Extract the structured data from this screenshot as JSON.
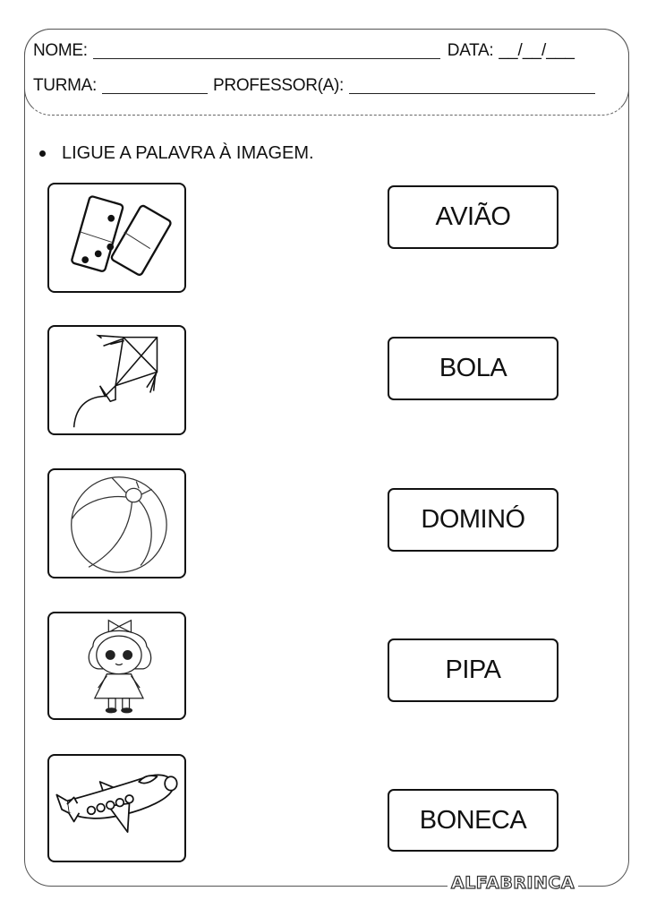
{
  "header": {
    "name_label": "NOME:",
    "date_label": "DATA:",
    "date_blanks": "__/__/___",
    "class_label": "TURMA:",
    "teacher_label": "PROFESSOR(A):"
  },
  "instruction": "LIGUE A PALAVRA À IMAGEM.",
  "images": [
    {
      "icon": "dominoes-icon"
    },
    {
      "icon": "kite-icon"
    },
    {
      "icon": "beach-ball-icon"
    },
    {
      "icon": "doll-icon"
    },
    {
      "icon": "airplane-icon"
    }
  ],
  "words": [
    {
      "label": "AVIÃO"
    },
    {
      "label": "BOLA"
    },
    {
      "label": "DOMINÓ"
    },
    {
      "label": "PIPA"
    },
    {
      "label": "BONECA"
    }
  ],
  "footer": {
    "brand": "ALFABRINCA"
  }
}
